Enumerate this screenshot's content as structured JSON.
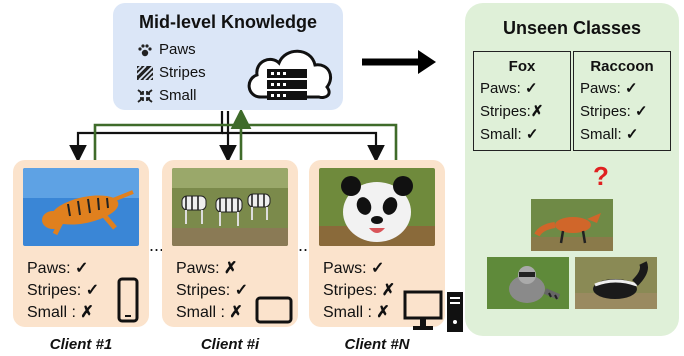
{
  "knowledge": {
    "title": "Mid-level Knowledge",
    "items": [
      {
        "icon": "paw-icon",
        "label": "Paws"
      },
      {
        "icon": "stripes-icon",
        "label": "Stripes"
      },
      {
        "icon": "shrink-icon",
        "label": "Small"
      }
    ]
  },
  "clients": [
    {
      "label": "Client #1",
      "device": "phone-icon",
      "attributes": [
        {
          "name": "Paws:",
          "mark": "✓"
        },
        {
          "name": "Stripes:",
          "mark": "✓"
        },
        {
          "name": "Small :",
          "mark": "✗"
        }
      ]
    },
    {
      "label": "Client #i",
      "device": "tablet-icon",
      "attributes": [
        {
          "name": "Paws:",
          "mark": "✗"
        },
        {
          "name": "Stripes:",
          "mark": "✓"
        },
        {
          "name": "Small :",
          "mark": "✗"
        }
      ]
    },
    {
      "label": "Client #N",
      "device": "desktop-icon",
      "attributes": [
        {
          "name": "Paws:",
          "mark": "✓"
        },
        {
          "name": "Stripes:",
          "mark": "✗"
        },
        {
          "name": "Small :",
          "mark": "✗"
        }
      ]
    }
  ],
  "ellipsis": "...",
  "unseen": {
    "title": "Unseen Classes",
    "classes": [
      {
        "name": "Fox",
        "attributes": [
          {
            "name": "Paws:",
            "mark": "✓"
          },
          {
            "name": "Stripes:",
            "mark": "✗"
          },
          {
            "name": "Small:",
            "mark": "✓"
          }
        ]
      },
      {
        "name": "Raccoon",
        "attributes": [
          {
            "name": "Paws:",
            "mark": "✓"
          },
          {
            "name": "Stripes:",
            "mark": "✓"
          },
          {
            "name": "Small:",
            "mark": "✓"
          }
        ]
      }
    ],
    "question": "?"
  },
  "colors": {
    "knowledge_bg": "#dbe6f7",
    "client_bg": "#fbe3cc",
    "unseen_bg": "#dff0d8",
    "green_arrow": "#3f6b2a",
    "red_q": "#e02020"
  }
}
